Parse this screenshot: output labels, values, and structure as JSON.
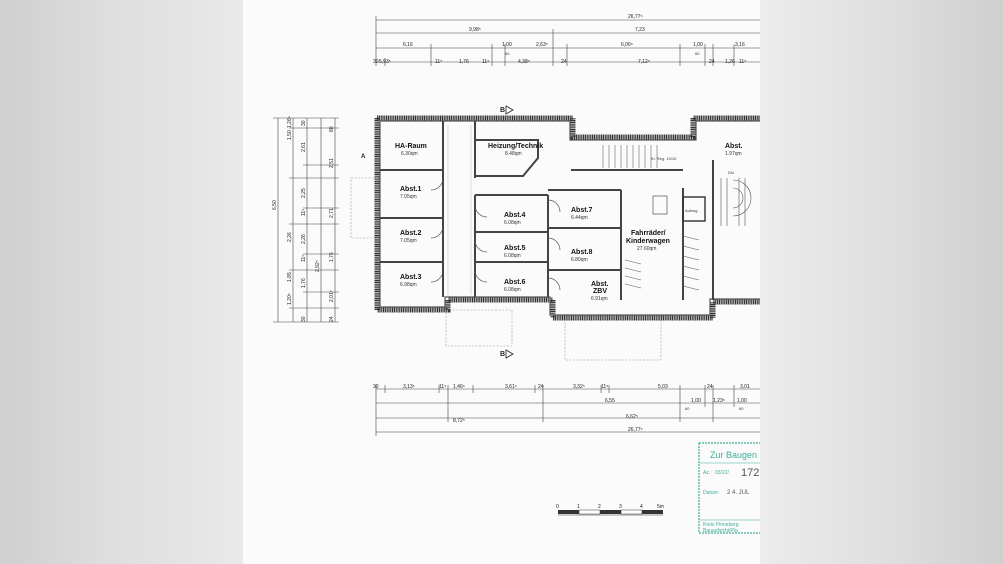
{
  "plan": {
    "rooms": [
      {
        "name": "HA-Raum",
        "area": "6.30qm"
      },
      {
        "name": "Heizung/Technik",
        "area": "8.48qm"
      },
      {
        "name": "Abst.1",
        "area": "7.05qm"
      },
      {
        "name": "Abst.2",
        "area": "7.05qm"
      },
      {
        "name": "Abst.3",
        "area": "6.98qm"
      },
      {
        "name": "Abst.4",
        "area": "6.08qm"
      },
      {
        "name": "Abst.5",
        "area": "6.08qm"
      },
      {
        "name": "Abst.6",
        "area": "6.08qm"
      },
      {
        "name": "Abst.7",
        "area": "6.44qm"
      },
      {
        "name": "Abst.8",
        "area": "6.80qm"
      },
      {
        "name": "Abst.",
        "area": "6.91qm",
        "line2": "ZBV"
      },
      {
        "name": "Fahrräder/",
        "line2": "Kinderwagen",
        "area": "27.60qm"
      },
      {
        "name": "Abst.",
        "area": "1.97qm"
      }
    ],
    "section_marks": {
      "top": "B",
      "bottom": "B",
      "left_a": "A"
    },
    "stair_label": "DN",
    "misc_labels": {
      "aufzug": "Aufzug",
      "fahrstuhl_note": "Kl. Reg. 10/10"
    }
  },
  "dimensions": {
    "top_row1": [
      "26,77⁵"
    ],
    "top_row2": [
      "9,98⁵",
      "7,23"
    ],
    "top_row3": [
      "6,16",
      "1,00",
      "2,63⁵",
      "6,06⁵",
      "1,00",
      "3,16"
    ],
    "top_row3b": [
      "60",
      "60"
    ],
    "top_row4": [
      "30",
      "5,93⁵",
      "11⁵",
      "1,76",
      "11⁵",
      "4,38⁵",
      "24",
      "7,12⁵",
      "24",
      "1,26",
      "11⁵"
    ],
    "bottom_row1": [
      "30",
      "3,13⁵",
      "11⁵",
      "1,46⁵",
      "3,61⁵",
      "24",
      "3,32⁵",
      "11⁵",
      "5,03",
      "24",
      "3,01"
    ],
    "bottom_row2": [
      "6,55",
      "1,00",
      "1,23⁵",
      "1,00"
    ],
    "bottom_row2b": [
      "60",
      "60"
    ],
    "bottom_row3": [
      "8,72⁵",
      "6,62⁵"
    ],
    "bottom_row4": [
      "26,77⁵"
    ],
    "left_outer": [
      "1,50",
      "1,26⁵",
      "6,50",
      "2,26",
      "1,85",
      "1,20⁵"
    ],
    "left_inner": [
      "30",
      "2,61",
      "2,25",
      "11⁵",
      "11⁵",
      "2,26",
      "1,76",
      "2,92⁵",
      "30"
    ],
    "left_col3": [
      "80",
      "2,51",
      "2,71",
      "1,76",
      "2,01⁵",
      "24"
    ]
  },
  "scale_bar": {
    "labels": [
      "0",
      "1",
      "2",
      "3",
      "4",
      "5m"
    ]
  },
  "stamp": {
    "title": "Zur Baugen",
    "az_label": "Az.:",
    "az_value": "03/22/",
    "number": "172",
    "datum_label": "Datum:",
    "datum_value": "2 4. JUL",
    "footer_line1": "Kreis Pinneberg",
    "footer_line2": "Bauaufsicht/Pla",
    "color": "#3fae9a"
  }
}
